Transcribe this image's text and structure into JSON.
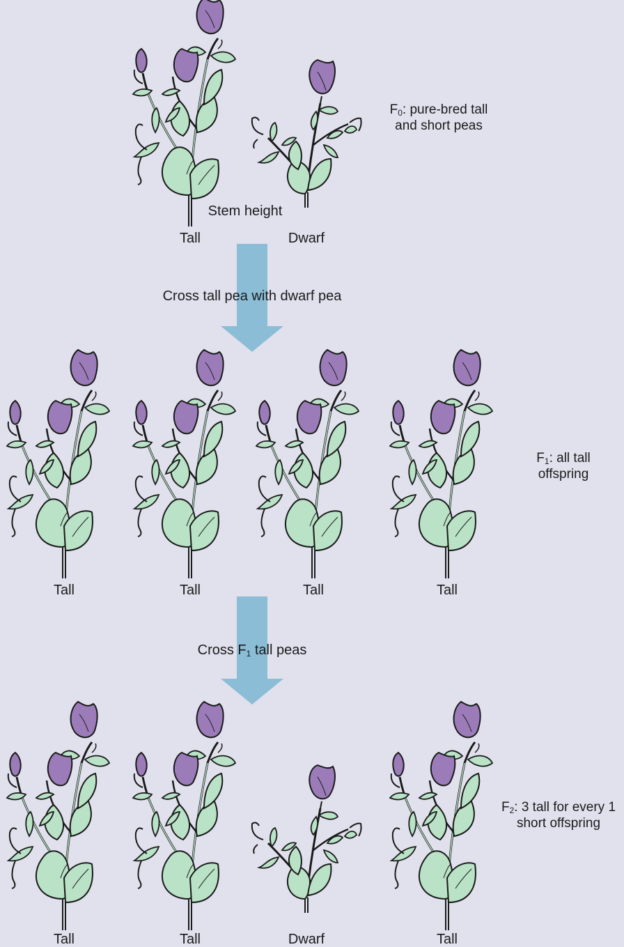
{
  "colors": {
    "background": "#e1e1ee",
    "flower": "#9b7bb8",
    "leaf": "#b9e2c6",
    "outline": "#1a1a1a",
    "arrow": "#8bbdd6"
  },
  "generations": {
    "f0": {
      "note_prefix": "F",
      "note_sub": "0",
      "note_line1": ": pure-bred tall",
      "note_line2": "and short peas",
      "trait_label": "Stem height",
      "plants": [
        {
          "type": "tall",
          "label": "Tall"
        },
        {
          "type": "dwarf",
          "label": "Dwarf"
        }
      ]
    },
    "cross1": {
      "label": "Cross tall pea with dwarf pea"
    },
    "f1": {
      "note_prefix": "F",
      "note_sub": "1",
      "note_line1": ": all tall",
      "note_line2": "offspring",
      "plants": [
        {
          "type": "tall",
          "label": "Tall"
        },
        {
          "type": "tall",
          "label": "Tall"
        },
        {
          "type": "tall",
          "label": "Tall"
        },
        {
          "type": "tall",
          "label": "Tall"
        }
      ]
    },
    "cross2": {
      "label_prefix": "Cross F",
      "label_sub": "1",
      "label_suffix": " tall peas"
    },
    "f2": {
      "note_prefix": "F",
      "note_sub": "2",
      "note_line1": ": 3 tall for every 1",
      "note_line2": "short offspring",
      "plants": [
        {
          "type": "tall",
          "label": "Tall"
        },
        {
          "type": "tall",
          "label": "Tall"
        },
        {
          "type": "dwarf",
          "label": "Dwarf"
        },
        {
          "type": "tall",
          "label": "Tall"
        }
      ]
    }
  }
}
